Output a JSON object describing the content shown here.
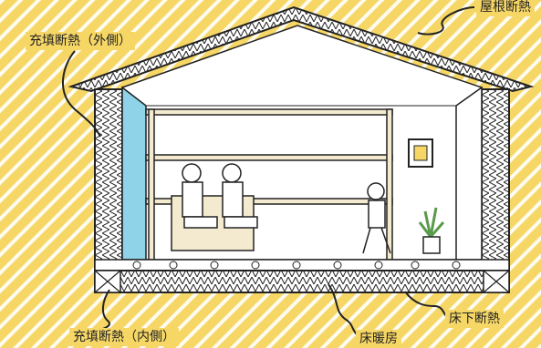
{
  "labels": {
    "roof": "屋根断熱",
    "outer_wall": "充填断熱（外側）",
    "inner_wall": "充填断熱（内側）",
    "floor_heating": "床暖房",
    "underfloor": "床下断熱"
  },
  "colors": {
    "background": "#f6d766",
    "stripe": "#ffffff",
    "wall_accent": "#8fd3e8",
    "line": "#222222",
    "plant": "#5a9a4a"
  },
  "icons": [
    "house-cross-section",
    "family-figures",
    "potted-plant",
    "wall-frame",
    "sofa"
  ]
}
